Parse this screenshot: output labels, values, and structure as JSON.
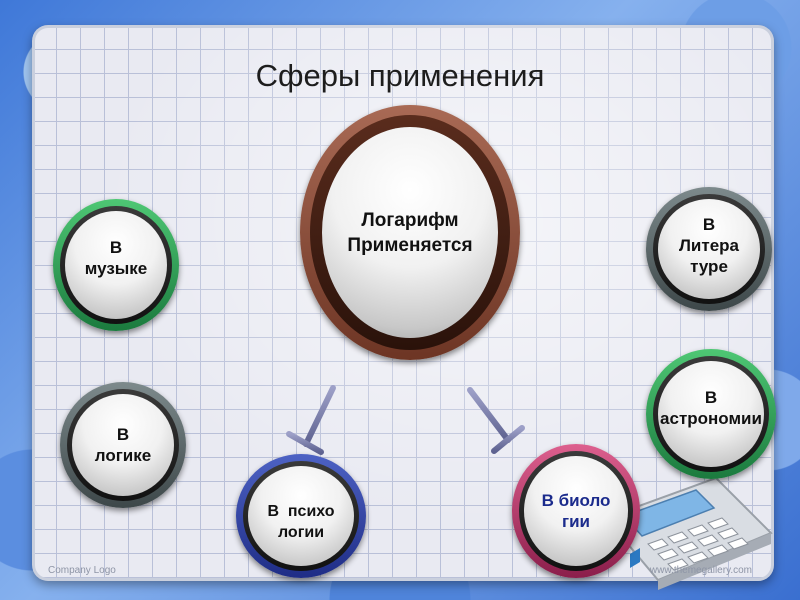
{
  "slide": {
    "title": "Сферы применения",
    "footer_left": "Company Logo",
    "footer_right": "www.themegallery.com"
  },
  "nodes": {
    "center": [
      "Логарифм",
      "Применяется"
    ],
    "music": [
      "В",
      "музыке"
    ],
    "literature": [
      "В",
      "Литера",
      "туре"
    ],
    "logic": [
      "В",
      "логике"
    ],
    "astronomy": [
      "В",
      "астрономии"
    ],
    "psychology": [
      "В  психо",
      "логии"
    ],
    "biology": [
      "В биоло",
      "гии"
    ]
  },
  "colors": {
    "center_rim": "#8b4a35",
    "music_rim": "#2e9a54",
    "literature_rim": "#5c6668",
    "logic_rim": "#5c6668",
    "astronomy_rim": "#2e9a54",
    "psychology_rim": "#2f3fa0",
    "biology_rim": "#b83468",
    "arrow": "#7b7fa8"
  },
  "icons": [
    "calculator-icon"
  ]
}
